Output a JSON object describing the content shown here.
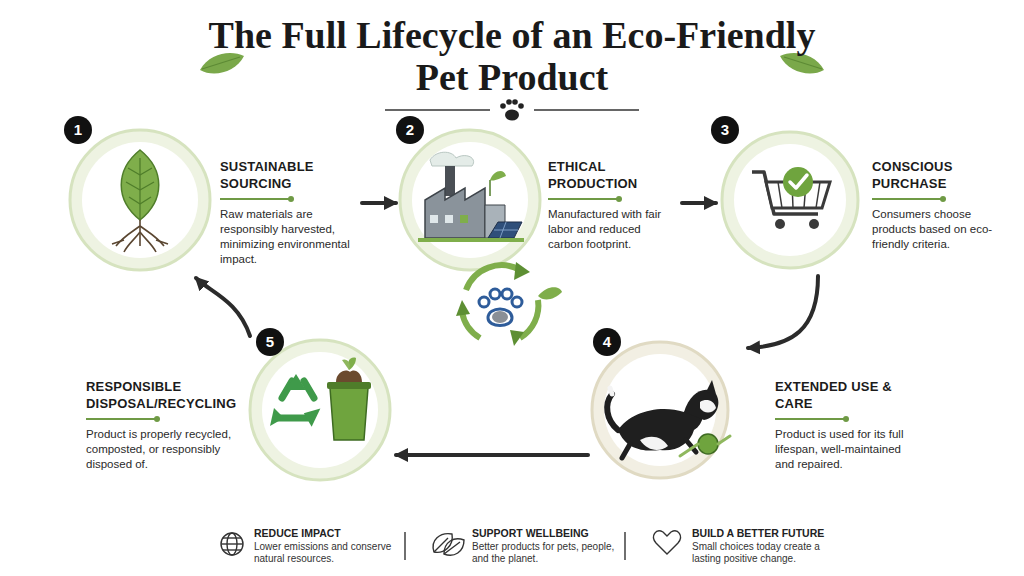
{
  "diagram": {
    "title": "The Full Lifecycle of an Eco-Friendly Pet Product",
    "nodes": [
      {
        "text": [
          "SUSTAINABLE SOURCING",
          "Raw materials are responsibly harvested, minimizing environmental impact."
        ]
      },
      {
        "text": [
          "ETHICAL PRODUCTION",
          "Manufactured with fair labor and reduced carbon footprint."
        ]
      },
      {
        "text": [
          "CONSCIOUS PURCHASE",
          "Consumers choose products based on eco-friendly criteria."
        ]
      },
      {
        "text": [
          "EXTENDED USE & CARE",
          "Product is used for its full lifespan, well-maintained and repaired."
        ]
      },
      {
        "text": [
          "RESPONSIBLE DISPOSAL/RECYCLING",
          "Product is properly recycled, composted, or responsibly disposed of."
        ]
      }
    ],
    "edges": [
      {
        "from": 0,
        "to": 1,
        "arrow": "to"
      },
      {
        "from": 1,
        "to": 2,
        "arrow": "to"
      },
      {
        "from": 2,
        "to": 3,
        "arrow": "to"
      },
      {
        "from": 3,
        "to": 4,
        "arrow": "to"
      },
      {
        "from": 4,
        "to": 0,
        "arrow": "to"
      }
    ],
    "labels": [
      "1",
      "2",
      "3",
      "4",
      "5",
      "REDUCE IMPACT",
      "Lower emissions and conserve natural resources.",
      "SUPPORT WELLBEING",
      "Better products for pets, people, and the planet.",
      "BUILD A BETTER FUTURE",
      "Small choices today create a lasting positive change."
    ]
  }
}
